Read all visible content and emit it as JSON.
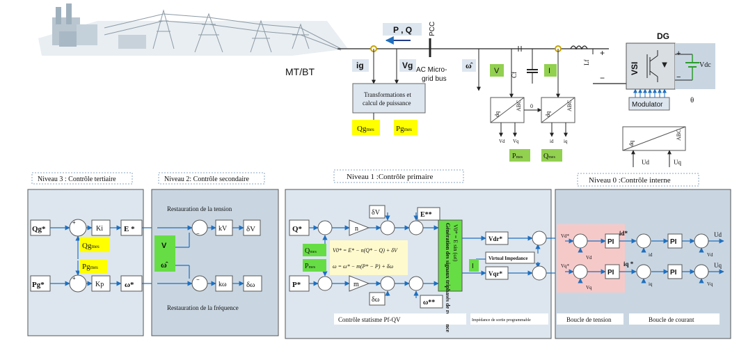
{
  "top": {
    "pq_label": "P , Q",
    "pcc_label": "PCC",
    "mtbt_label": "MT/BT",
    "ig": "ig",
    "vg": "Vg",
    "ac_bus": "AC Micro-grid bus",
    "ac_bus_line1": "AC Micro-",
    "ac_bus_line2": "grid bus",
    "transform_line1": "Transformations et",
    "transform_line2": "calcul de puissance",
    "qgmes_base": "Qg",
    "pgmes_base": "Pg",
    "mes_sub": "mes",
    "omega_hat": "ω̂",
    "v_label": "V",
    "i_label": "I",
    "cf_label": "Cf",
    "lf_label": "Lf",
    "dg_label": "DG",
    "vsi_label": "VSI",
    "vdc_label": "Vdc",
    "modulator": "Modulator",
    "theta": "θ",
    "plus": "+",
    "minus": "−",
    "dq": "dq",
    "abc": "ABC",
    "zero": "0",
    "vd": "Vd",
    "vq": "Vq",
    "id": "id",
    "iq": "iq",
    "pmes_base": "P",
    "qmes_base": "Q",
    "ud": "Ud",
    "uq": "Uq"
  },
  "level3": {
    "title": "Niveau 3 : Contrôle tertiaire",
    "qg_star": "Qg*",
    "pg_star": "Pg*",
    "ki": "Ki",
    "kp": "Kp",
    "e_star": "E *",
    "omega_star": "ω*",
    "qg_mes": "Qg",
    "pg_mes": "Pg",
    "mes": "mes"
  },
  "level2": {
    "title": "Niveau 2: Contrôle secondaire",
    "restauration_tension": "Restauration de la tension",
    "restauration_frequence": "Restauration de la fréquence",
    "v": "V",
    "omega_hat": "ω̂",
    "kv": "kV",
    "kw": "kω",
    "delta_v": "δV",
    "delta_w": "δω"
  },
  "level1": {
    "title": "Niveau 1 :Contrôle primaire",
    "q_star": "Q*",
    "p_star": "P*",
    "qmes": "Q",
    "pmes": "P",
    "mes": "mes",
    "n": "n",
    "m": "m",
    "delta_v": "δV",
    "delta_w": "δω",
    "e_2star": "E**",
    "w_2star": "ω**",
    "eq1": "V0* = E* − n(Q* − Q) + δV",
    "eq2": "ω = ω* − m(P* − P) + δω",
    "generator_text": "Génération des signaux triphasés de référence",
    "generator_eq": "V0* = E sin (ωt)",
    "vd_star": "Vdr*",
    "vq_star": "Vqr*",
    "virtual_impedance": "Virtual Impedance",
    "i_label": "I",
    "droop_label": "Contrôle statisme Pf-QV",
    "impedance_label": "Impédance de sortie programmable"
  },
  "level0": {
    "title": "Niveau 0 :Contrôle interne",
    "vd_star": "Vd*",
    "vq_star": "Vq*",
    "vd": "Vd",
    "vq": "Vq",
    "id": "id",
    "iq": "iq",
    "id_star": "id*",
    "iq_star": "iq *",
    "pi": "PI",
    "ud": "Ud",
    "uq": "Uq",
    "boucle_tension": "Boucle de tension",
    "boucle_courant": "Boucle de courant"
  },
  "colors": {
    "yellow": "#ffff00",
    "green": "#92d050",
    "bright_green": "#66dd44",
    "panel_blue": "#dde6ef",
    "panel_blue2": "#c9d6e2",
    "arrow_blue": "#1f6fbf",
    "pink": "#f6c9c9",
    "grey": "#d9d9d9"
  }
}
